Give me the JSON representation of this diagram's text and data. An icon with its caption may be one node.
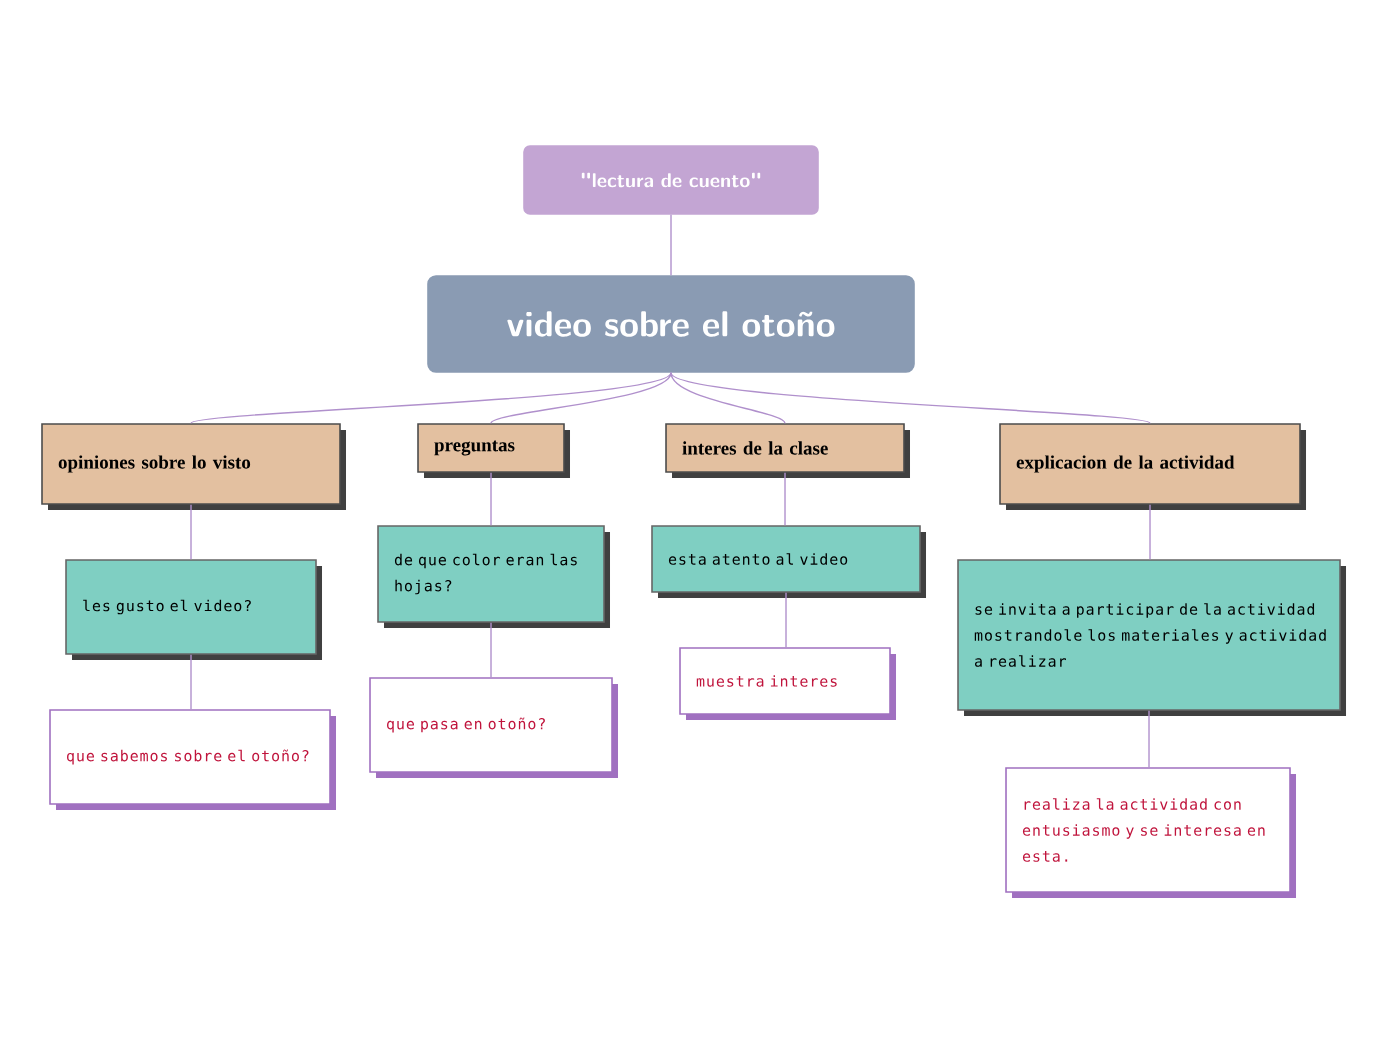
{
  "diagram": {
    "nodes": [
      {
        "text": [
          "\"lectura de cuento\""
        ]
      },
      {
        "text": [
          "video sobre el otoño"
        ]
      },
      {
        "text": [
          "opiniones sobre lo visto"
        ]
      },
      {
        "text": [
          "preguntas"
        ]
      },
      {
        "text": [
          "interes de la clase"
        ]
      },
      {
        "text": [
          "explicacion de la actividad"
        ]
      },
      {
        "text": [
          "les gusto el video?"
        ]
      },
      {
        "text": [
          "que sabemos sobre el otoño?"
        ]
      },
      {
        "text": [
          "de que color eran las hojas?"
        ]
      },
      {
        "text": [
          "que pasa en otoño?"
        ]
      },
      {
        "text": [
          "esta atento al video"
        ]
      },
      {
        "text": [
          "muestra interes"
        ]
      },
      {
        "text": [
          "se invita a participar de la actividad mostrandole los materiales y actividad a realizar"
        ]
      },
      {
        "text": [
          "realiza la actividad con entusiasmo y se interesa en esta."
        ]
      }
    ],
    "edges": [
      {
        "from": 0,
        "to": 1,
        "arrow": "none"
      },
      {
        "from": 1,
        "to": 2,
        "arrow": "none"
      },
      {
        "from": 1,
        "to": 3,
        "arrow": "none"
      },
      {
        "from": 1,
        "to": 4,
        "arrow": "none"
      },
      {
        "from": 1,
        "to": 5,
        "arrow": "none"
      },
      {
        "from": 2,
        "to": 6,
        "arrow": "none"
      },
      {
        "from": 6,
        "to": 7,
        "arrow": "none"
      },
      {
        "from": 3,
        "to": 8,
        "arrow": "none"
      },
      {
        "from": 8,
        "to": 9,
        "arrow": "none"
      },
      {
        "from": 4,
        "to": 10,
        "arrow": "none"
      },
      {
        "from": 10,
        "to": 11,
        "arrow": "none"
      },
      {
        "from": 5,
        "to": 12,
        "arrow": "none"
      },
      {
        "from": 12,
        "to": 13,
        "arrow": "none"
      }
    ]
  }
}
